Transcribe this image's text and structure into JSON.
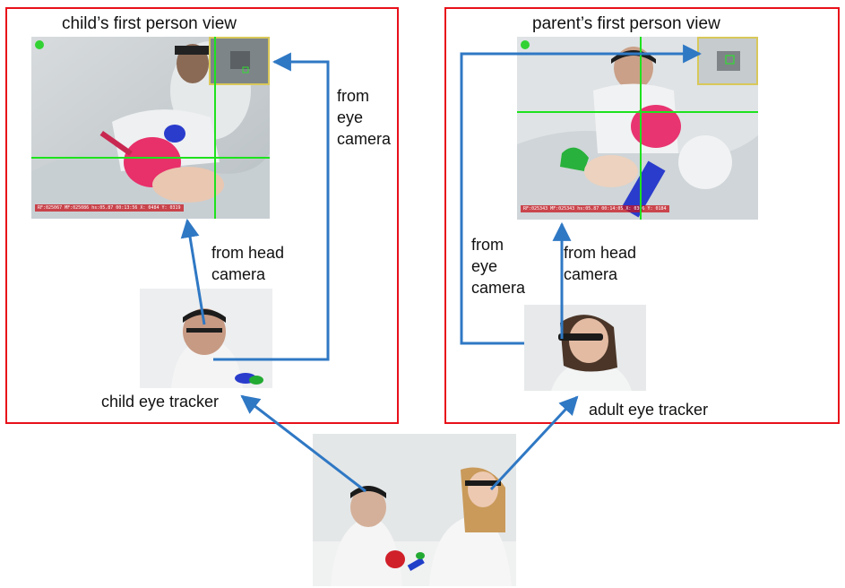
{
  "panels": {
    "child": {
      "title": "child’s first person view",
      "status": "RF:025067 MF:025086 hs:05.87 00:13:56 X: 0484 Y: 0319"
    },
    "parent": {
      "title": "parent’s first person view",
      "status": "RF:025343 MF:025343 hs:05.87 00:14:05 X: 0306 Y: 0184"
    }
  },
  "labels": {
    "child_eye": [
      "from",
      "eye",
      "camera"
    ],
    "child_head": [
      "from head",
      "camera"
    ],
    "child_tracker": "child eye tracker",
    "parent_eye": [
      "from",
      "eye",
      "camera"
    ],
    "parent_head": [
      "from head",
      "camera"
    ],
    "adult_tracker": "adult eye tracker"
  },
  "colors": {
    "frame": "#e8101a",
    "arrow": "#2f78c4",
    "crosshair": "#1ee21e",
    "inset_border": "#d8c85a"
  }
}
